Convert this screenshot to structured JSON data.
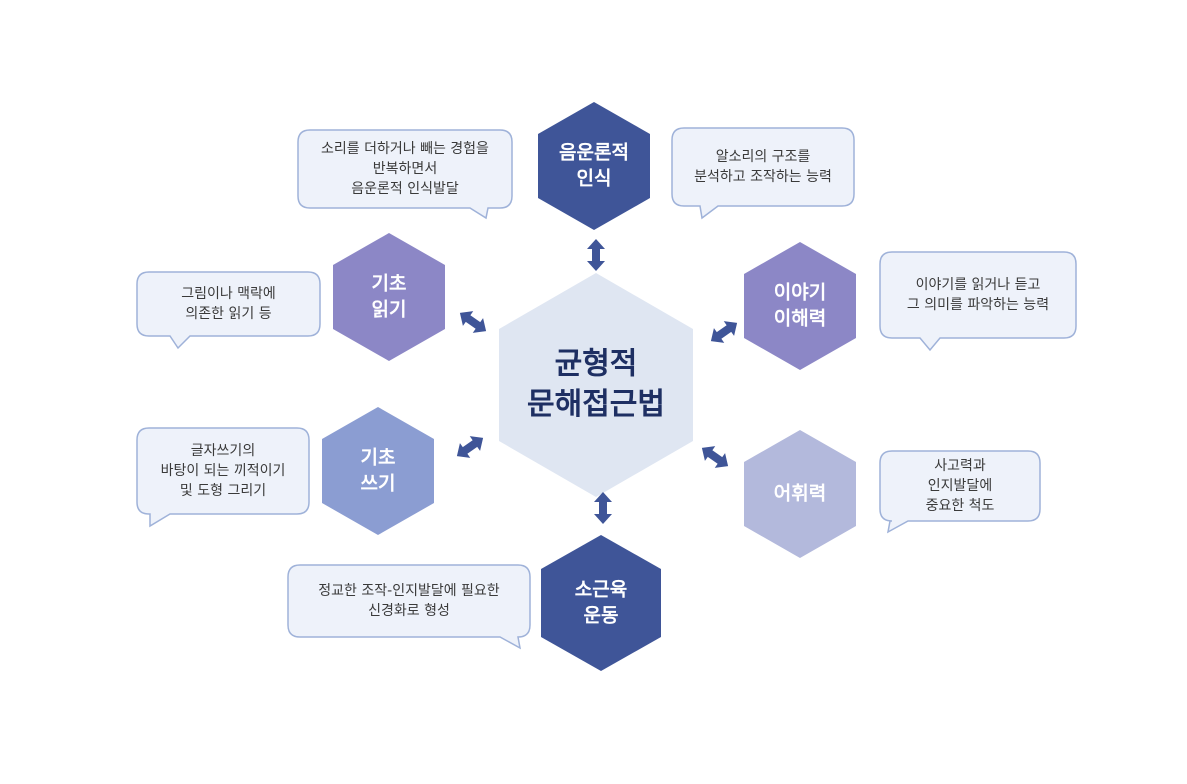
{
  "center": {
    "lines": [
      "균형적",
      "문해접근법"
    ],
    "color": "#dfe6f2"
  },
  "nodes": [
    {
      "key": "phonemic",
      "lines": [
        "음운론적",
        "인식"
      ],
      "color": "#3f5598",
      "bubble": [
        "소리를 더하거나 빼는 경험을",
        "반복하면서",
        "음운론적 인식발달"
      ]
    },
    {
      "key": "phonemic-right",
      "lines": [],
      "color": "#3f5598",
      "bubble": [
        "알소리의 구조를",
        "분석하고 조작하는 능력"
      ]
    },
    {
      "key": "story",
      "lines": [
        "이야기",
        "이해력"
      ],
      "color": "#8c87c6",
      "bubble": [
        "이야기를 읽거나 듣고",
        "그 의미를 파악하는 능력"
      ]
    },
    {
      "key": "vocab",
      "lines": [
        "어휘력"
      ],
      "color": "#b3b9dc",
      "bubble": [
        "사고력과",
        "인지발달에",
        "중요한 척도"
      ]
    },
    {
      "key": "motor",
      "lines": [
        "소근육",
        "운동"
      ],
      "color": "#3f5598",
      "bubble": [
        "정교한 조작-인지발달에 필요한",
        "신경화로 형성"
      ]
    },
    {
      "key": "writing",
      "lines": [
        "기초",
        "쓰기"
      ],
      "color": "#8b9dd2",
      "bubble": [
        "글자쓰기의",
        "바탕이 되는 끼적이기",
        "및 도형 그리기"
      ]
    },
    {
      "key": "reading",
      "lines": [
        "기초",
        "읽기"
      ],
      "color": "#8c87c6",
      "bubble": [
        "그림이나 맥락에",
        "의존한 읽기 등"
      ]
    }
  ],
  "arrow_color": "#3f5598",
  "bubble_fill": "#eef2fa",
  "bubble_stroke": "#9fb2d9"
}
